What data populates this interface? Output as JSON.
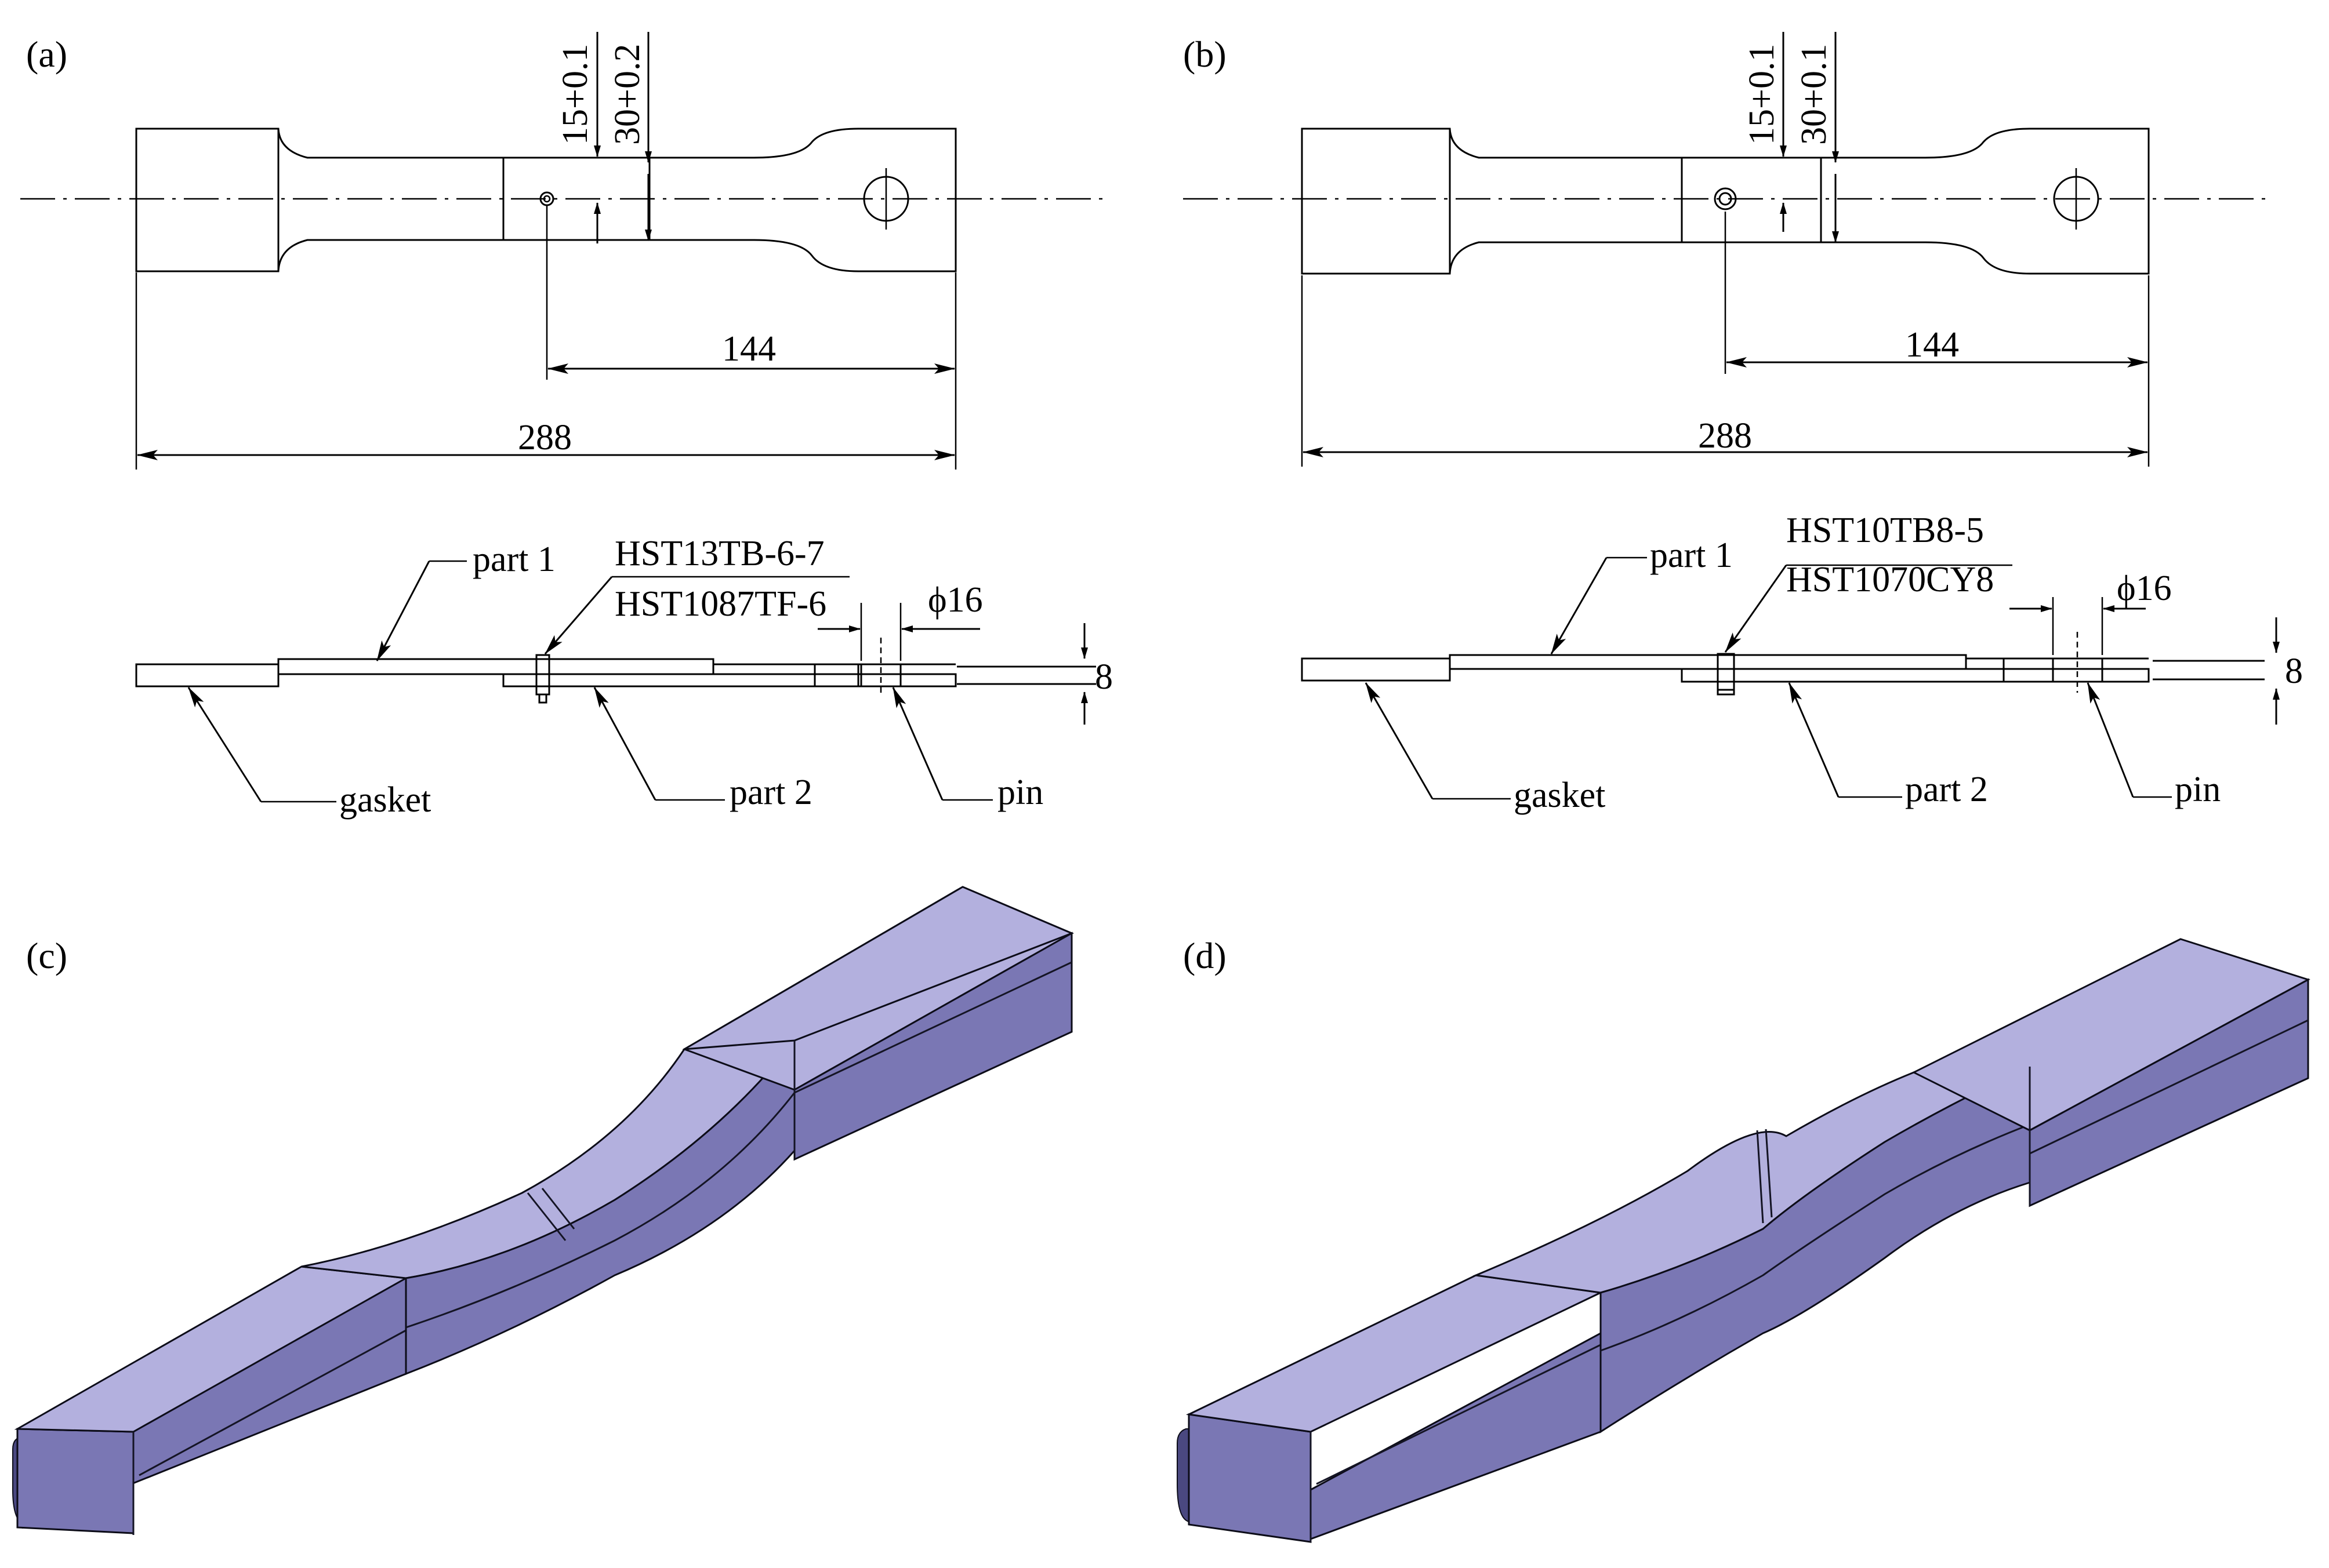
{
  "panels": {
    "a": {
      "label": "(a)",
      "tol_hole": "15+0.1",
      "tol_width": "30+0.2",
      "dim_144": "144",
      "dim_288": "288",
      "part1": "part 1",
      "fastener_top": "HST13TB-6-7",
      "fastener_bottom": "HST1087TF-6",
      "phi": "ϕ16",
      "thick": "8",
      "gasket": "gasket",
      "part2": "part 2",
      "pin": "pin"
    },
    "b": {
      "label": "(b)",
      "tol_hole": "15+0.1",
      "tol_width": "30+0.1",
      "dim_144": "144",
      "dim_288": "288",
      "part1": "part 1",
      "fastener_top": "HST10TB8-5",
      "fastener_bottom": "HST1070CY8",
      "phi": "ϕ16",
      "thick": "8",
      "gasket": "gasket",
      "part2": "part 2",
      "pin": "pin"
    },
    "c": {
      "label": "(c)"
    },
    "d": {
      "label": "(d)"
    }
  },
  "colors": {
    "background": "#ffffff",
    "model_top": "#b3b0de",
    "model_side": "#7a77b4",
    "model_dark": "#4a4880"
  }
}
